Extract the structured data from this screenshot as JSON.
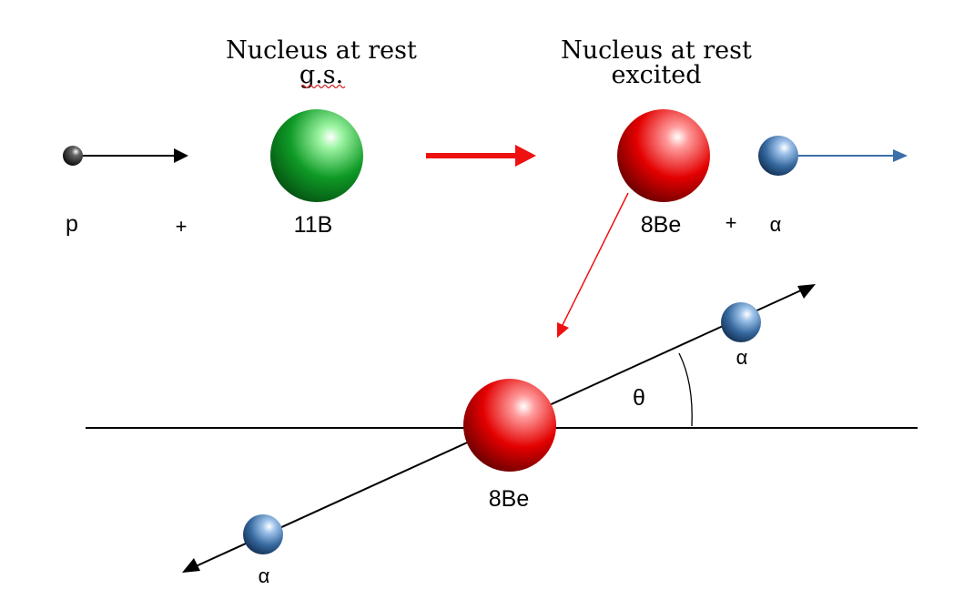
{
  "colors": {
    "proton": "#000000",
    "boron_nucleus": "#0a8a1e",
    "beryllium_nucleus": "#e00000",
    "alpha_particle": "#2f5f94",
    "reaction_arrow": "#ee1111",
    "alpha_arrow": "#3a6fa8",
    "axis_line": "#000000",
    "spellcheck_underline": "#d42020"
  },
  "top_row": {
    "ground_state_caption": {
      "line1": "Nucleus at rest",
      "line2": "g.s."
    },
    "excited_caption": {
      "line1": "Nucleus at rest",
      "line2": "excited"
    },
    "proton_label": "p",
    "plus_1": "+",
    "boron_label": "11B",
    "beryllium_label": "8Be",
    "plus_2": "+",
    "alpha_label": "α"
  },
  "decay": {
    "beryllium_label": "8Be",
    "alpha_upper_label": "α",
    "alpha_lower_label": "α",
    "angle_label": "θ"
  },
  "icons": {
    "proton": "small-black-sphere",
    "boron": "green-sphere",
    "beryllium": "red-sphere",
    "alpha": "blue-sphere"
  }
}
